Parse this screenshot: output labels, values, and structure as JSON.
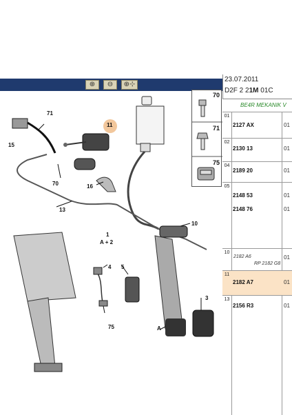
{
  "toolbar": {
    "zoom_in_icon": "zoom-in-icon",
    "zoom_out_icon": "zoom-out-icon",
    "zoom_fit_icon": "zoom-fit-icon"
  },
  "header": {
    "date": "23.07.2011",
    "code_prefix": "D2F 2 2",
    "code_bold": "1M",
    "code_suffix": "01C"
  },
  "band": {
    "text": "BE4R MEKANIK V"
  },
  "side_items": [
    "70",
    "71",
    "75"
  ],
  "parts_rows": [
    {
      "no": "01",
      "ref": "2127 AX",
      "qty": "01"
    },
    {
      "no": "02",
      "ref": "2130 13",
      "qty": "01"
    },
    {
      "no": "04",
      "ref": "2189 20",
      "qty": "01"
    },
    {
      "no": "05",
      "ref": "2148 53",
      "ref2": "2148 76",
      "qty": "01",
      "qty2": "01"
    },
    {
      "no": "10",
      "ref": "2182 A6",
      "ref_note": "RP 2182 G8",
      "qty": "01"
    },
    {
      "no": "11",
      "ref": "2182 A7",
      "qty": "01",
      "highlight": true
    },
    {
      "no": "13",
      "ref": "2156 R3",
      "qty": "01"
    }
  ],
  "diagram_labels": {
    "l71": "71",
    "l15": "15",
    "l11": "11",
    "l70": "70",
    "l16": "16",
    "l13": "13",
    "l10": "10",
    "l1": "1",
    "l_ap2": "A + 2",
    "l4": "4",
    "l5": "5",
    "l75": "75",
    "l3": "3",
    "lA": "A"
  },
  "colors": {
    "topbar": "#1f3a6e",
    "highlight_row": "#fbe3c6",
    "circle": "#f2c79c",
    "band_text": "#2a8a2a"
  }
}
